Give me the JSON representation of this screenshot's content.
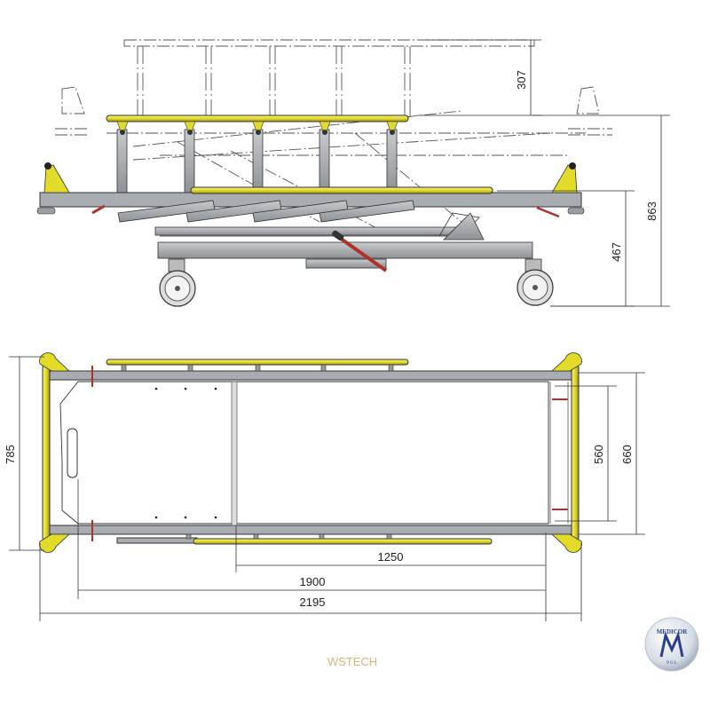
{
  "drawing": {
    "dimensions": {
      "raise_height": "307",
      "total_height": "863",
      "min_height": "467",
      "total_width": "785",
      "mattress_width": "560",
      "frame_width": "660",
      "rail_length": "1250",
      "mattress_length": "1900",
      "total_length": "2195"
    },
    "watermark": "WSTECH",
    "logo": {
      "top_text": "MEDICOR",
      "bottom_text": "P O L"
    },
    "colors": {
      "accent_yellow": "#e8e03a",
      "frame_gray": "#a9acb0",
      "handle_red": "#b0302a",
      "watermark": "#d8b577",
      "logo_blue": "#2a3f8f"
    }
  }
}
